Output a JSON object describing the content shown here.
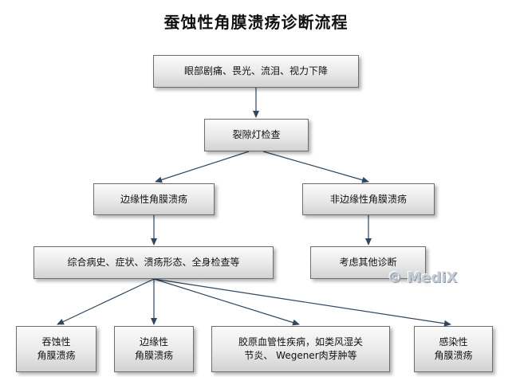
{
  "title": "蚕蚀性角膜溃疡诊断流程",
  "nodes": {
    "symptoms": "眼部剧痛、畏光、流泪、视力下降",
    "slit_lamp": "裂隙灯检查",
    "marginal": "边缘性角膜溃疡",
    "non_marginal": "非边缘性角膜溃疡",
    "comprehensive": "综合病史、症状、溃疡形态、全身检查等",
    "other_diagnosis": "考虑其他诊断",
    "mooren": "吞蚀性\n角膜溃疡",
    "marginal_ulcer": "边缘性\n角膜溃疡",
    "collagen": "胶原血管性疾病，如类风湿关\n节炎、 Wegener肉芽肿等",
    "infectious": "感染性\n角膜溃疡"
  },
  "watermark": "© MediX",
  "colors": {
    "edge": "#2f4760",
    "border": "#6e6e6e"
  }
}
